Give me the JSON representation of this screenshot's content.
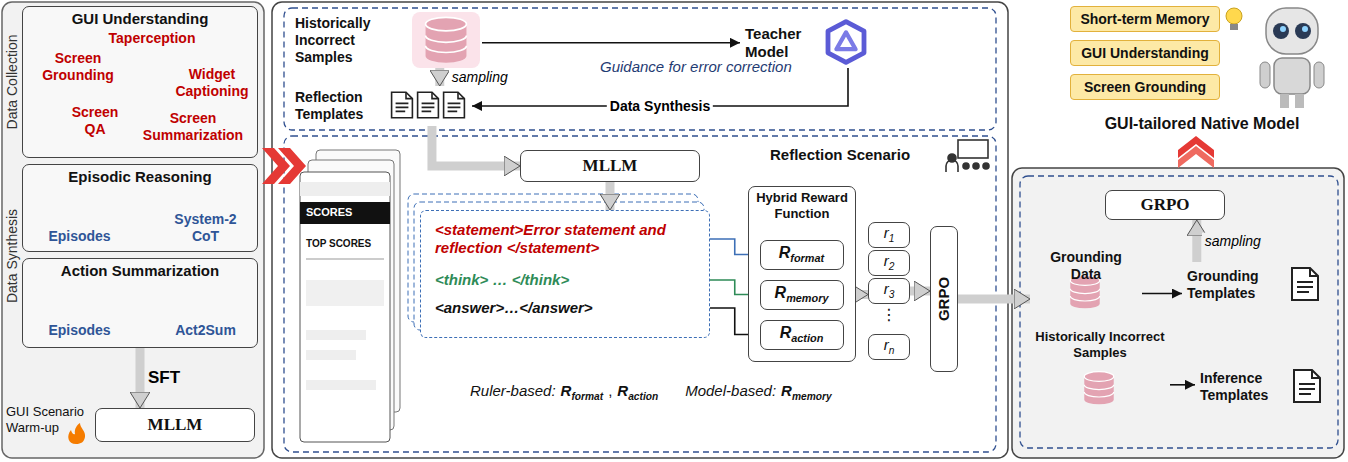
{
  "diagram": {
    "nodes": [
      {
        "text": [
          "GUI Understanding"
        ]
      },
      {
        "text": [
          "Episodic Reasoning"
        ]
      },
      {
        "text": [
          "Episodes"
        ],
        "in": 1
      },
      {
        "text": [
          "System-2 CoT"
        ],
        "in": 1
      },
      {
        "text": [
          "Action Summarization"
        ]
      },
      {
        "text": [
          "Episodes"
        ],
        "in": 4
      },
      {
        "text": [
          "Act2Sum"
        ],
        "in": 4
      },
      {
        "text": [
          "MLLM"
        ]
      },
      {
        "text": [
          "Historically Incorrect Samples"
        ]
      },
      {
        "text": [
          "Teacher Model"
        ]
      },
      {
        "text": [
          "Reflection Templates"
        ]
      },
      {
        "text": [
          "MLLM"
        ]
      },
      {
        "text": [
          "<statement>Error statement and reflection </statement>",
          "<think> … </think>",
          "<answer>…</answer>"
        ]
      },
      {
        "text": [
          "Hybrid Reward Function"
        ]
      },
      {
        "text": [
          "Rformat"
        ],
        "in": 13
      },
      {
        "text": [
          "Rmemory"
        ],
        "in": 13
      },
      {
        "text": [
          "Raction"
        ],
        "in": 13
      },
      {
        "text": [
          "r1"
        ]
      },
      {
        "text": [
          "r2"
        ]
      },
      {
        "text": [
          "r3"
        ]
      },
      {
        "text": [
          "rn"
        ]
      },
      {
        "text": [
          "GRPO"
        ]
      },
      {
        "text": [
          "GRPO"
        ]
      },
      {
        "text": [
          "Grounding Data"
        ]
      },
      {
        "text": [
          "Grounding Templates"
        ]
      },
      {
        "text": [
          "Historically Incorrect Samples"
        ]
      },
      {
        "text": [
          "Inference Templates"
        ]
      },
      {
        "text": [
          "Short-term Memory"
        ]
      },
      {
        "text": [
          "GUI Understanding"
        ]
      },
      {
        "text": [
          "Screen Grounding"
        ]
      }
    ],
    "edges": [
      {
        "from": 2,
        "to": 3,
        "arrow": "to"
      },
      {
        "from": 5,
        "to": 6,
        "arrow": "to"
      },
      {
        "from": 4,
        "to": 7,
        "arrow": "to",
        "label": "SFT"
      },
      {
        "from": 8,
        "to": 9,
        "arrow": "to"
      },
      {
        "from": 8,
        "to": 10,
        "arrow": "to",
        "label": "sampling"
      },
      {
        "from": 9,
        "to": 10,
        "arrow": "to",
        "label": "Data Synthesis"
      },
      {
        "from": 10,
        "to": 11,
        "arrow": "to"
      },
      {
        "from": 11,
        "to": 12,
        "arrow": "to"
      },
      {
        "from": 12,
        "to": 14,
        "arrow": "none"
      },
      {
        "from": 12,
        "to": 15,
        "arrow": "none"
      },
      {
        "from": 12,
        "to": 16,
        "arrow": "none"
      },
      {
        "from": 15,
        "to": 19,
        "arrow": "to"
      },
      {
        "from": 19,
        "to": 21,
        "arrow": "to"
      },
      {
        "from": 21,
        "to": 23,
        "arrow": "to"
      },
      {
        "from": 23,
        "to": 24,
        "arrow": "to"
      },
      {
        "from": 25,
        "to": 26,
        "arrow": "to"
      },
      {
        "from": 24,
        "to": 22,
        "arrow": "to",
        "label": "sampling"
      }
    ],
    "labels": [
      "Data Collection",
      "Data Synthesis",
      "Taperception",
      "Screen Grounding",
      "Widget Captioning",
      "Screen QA",
      "Screen Summarization",
      "GUI Scenario Warm-up",
      "Guidance for error correction",
      "Reflection Scenario",
      "⋮",
      "Ruler-based:",
      "Rformat",
      ",",
      "Raction",
      "Model-based:",
      "Rmemory",
      "GUI-tailored Native Model",
      "SCORES",
      "TOP SCORES"
    ]
  }
}
